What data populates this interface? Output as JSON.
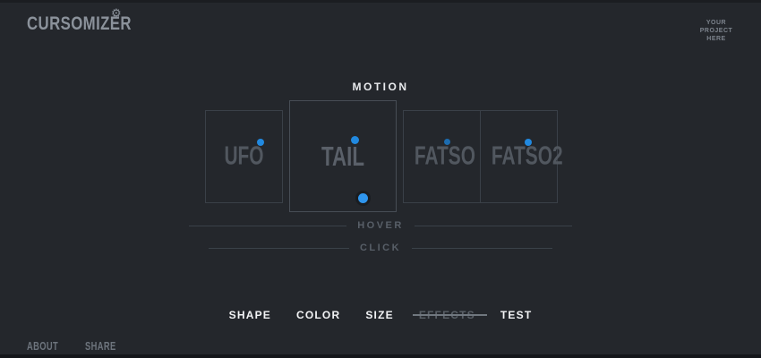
{
  "brand": {
    "name": "CURSOMIZER",
    "logo_icon": "gear-icon",
    "project_note": "YOUR\nPROJECT\nHERE"
  },
  "colors": {
    "background": "#24272c",
    "accent_blue": "#2189e0",
    "cursor_blue": "#2f96ee",
    "box_border": "#3a4048",
    "label_gray": "#51575f",
    "text_bright": "#f2f3f5",
    "text_dim": "#585f68"
  },
  "motion": {
    "heading": "MOTION",
    "options": [
      {
        "label": "UFO",
        "selected": false
      },
      {
        "label": "TAIL",
        "selected": true
      },
      {
        "label": "FATSO",
        "selected": false
      },
      {
        "label": "FATSO2",
        "selected": false
      }
    ]
  },
  "interaction_rows": {
    "hover_label": "HOVER",
    "click_label": "CLICK"
  },
  "bottom_nav": {
    "items": [
      {
        "label": "SHAPE",
        "disabled": false,
        "strikethrough": false
      },
      {
        "label": "COLOR",
        "disabled": false,
        "strikethrough": false
      },
      {
        "label": "SIZE",
        "disabled": false,
        "strikethrough": false
      },
      {
        "label": "EFFECTS",
        "disabled": true,
        "strikethrough": true
      },
      {
        "label": "TEST",
        "disabled": false,
        "strikethrough": false
      }
    ]
  },
  "footer": {
    "items": [
      {
        "label": "ABOUT"
      },
      {
        "label": "SHARE"
      }
    ]
  }
}
